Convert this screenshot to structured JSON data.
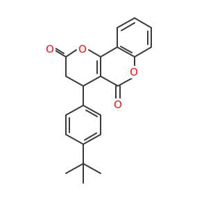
{
  "colors": {
    "bond": "#3a3a3a",
    "oxygen": "#ff0d0d",
    "background": "#ffffff"
  },
  "atoms": {
    "ring_oxygen_top": "O",
    "ring_oxygen_right": "O",
    "carbonyl_oxygen_left": "O",
    "carbonyl_oxygen_bottom": "O"
  }
}
